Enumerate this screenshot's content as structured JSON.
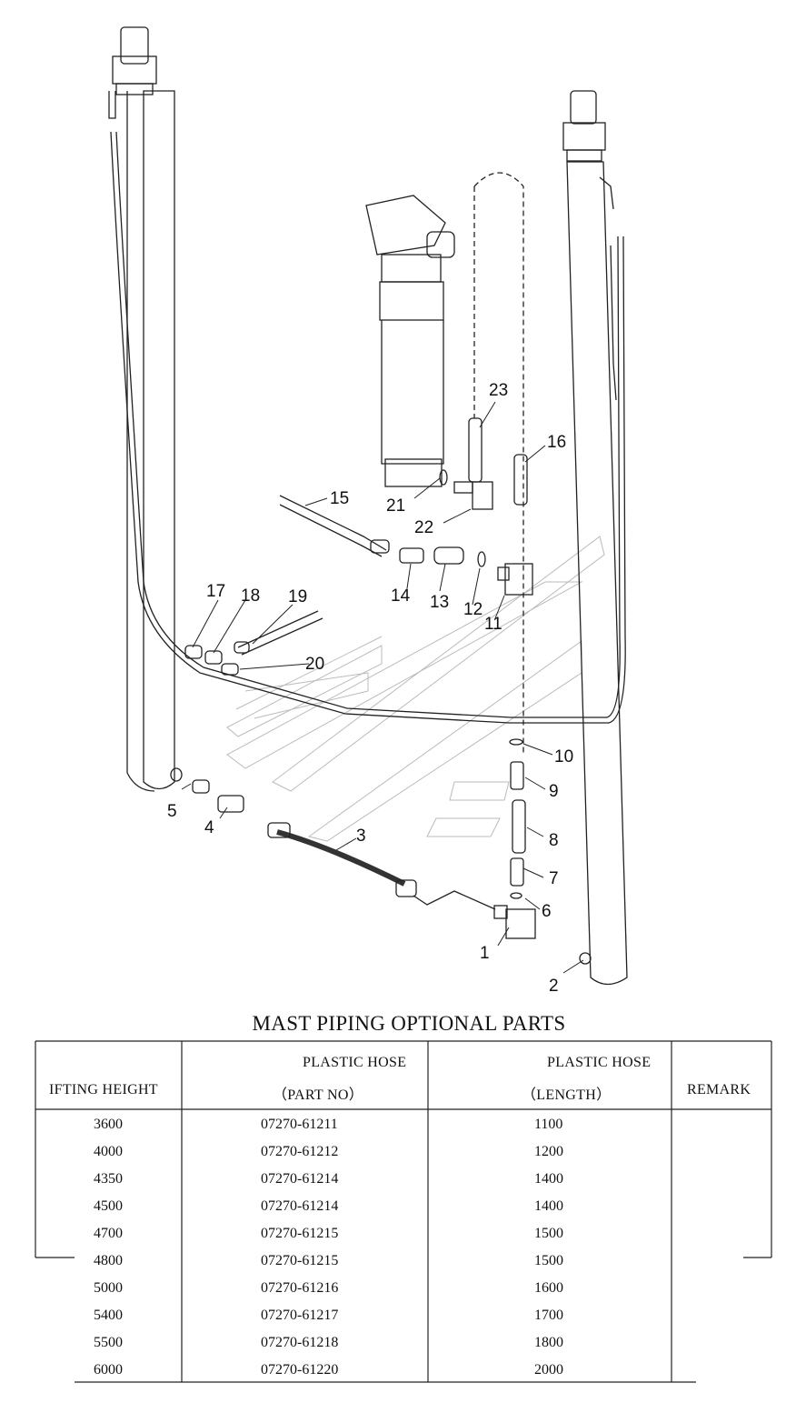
{
  "diagram": {
    "callouts": [
      "1",
      "2",
      "3",
      "4",
      "5",
      "6",
      "7",
      "8",
      "9",
      "10",
      "11",
      "12",
      "13",
      "14",
      "15",
      "16",
      "17",
      "18",
      "19",
      "20",
      "21",
      "22",
      "23"
    ]
  },
  "table": {
    "title": "MAST PIPING OPTIONAL PARTS",
    "headers": {
      "col1": "IFTING HEIGHT",
      "col2_line1": "PLASTIC HOSE",
      "col2_line2": "（PART NO）",
      "col3_line1": "PLASTIC HOSE",
      "col3_line2": "（LENGTH）",
      "col4": "REMARK"
    },
    "rows": [
      {
        "height": "3600",
        "part_no": "07270-61211",
        "length": "1100"
      },
      {
        "height": "4000",
        "part_no": "07270-61212",
        "length": "1200"
      },
      {
        "height": "4350",
        "part_no": "07270-61214",
        "length": "1400"
      },
      {
        "height": "4500",
        "part_no": "07270-61214",
        "length": "1400"
      },
      {
        "height": "4700",
        "part_no": "07270-61215",
        "length": "1500"
      },
      {
        "height": "4800",
        "part_no": "07270-61215",
        "length": "1500"
      },
      {
        "height": "5000",
        "part_no": "07270-61216",
        "length": "1600"
      },
      {
        "height": "5400",
        "part_no": "07270-61217",
        "length": "1700"
      },
      {
        "height": "5500",
        "part_no": "07270-61218",
        "length": "1800"
      },
      {
        "height": "6000",
        "part_no": "07270-61220",
        "length": "2000"
      }
    ]
  }
}
